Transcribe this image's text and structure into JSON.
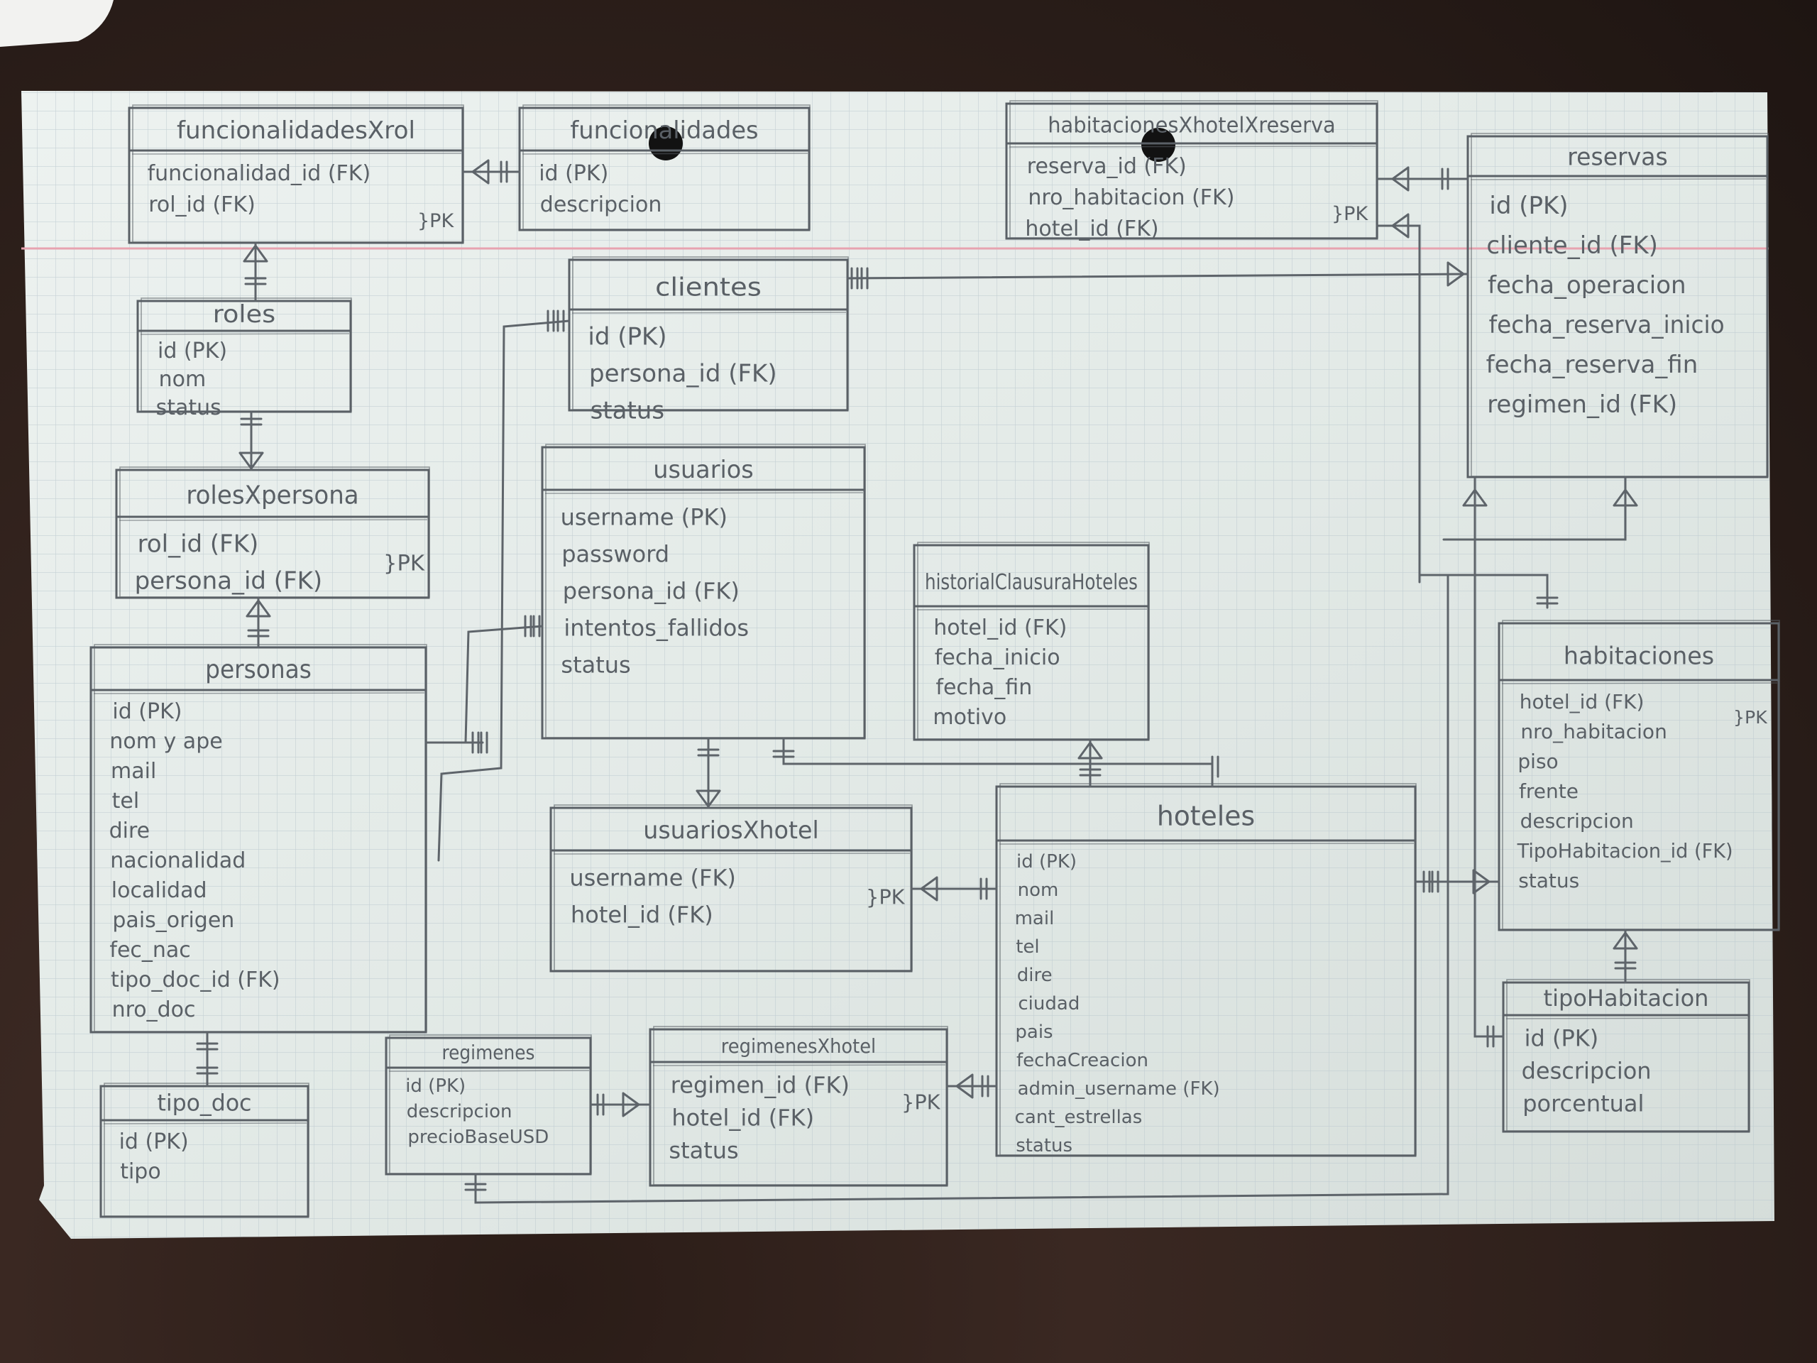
{
  "entities": [
    {
      "id": "funcXrol",
      "title": "funcionalidadesXrol",
      "fields": [
        "funcionalidad_id (FK)",
        "rol_id (FK)"
      ],
      "notes": [
        {
          "text": "}PK",
          "after": 1
        }
      ]
    },
    {
      "id": "funcionalidades",
      "title": "funcionalidades",
      "fields": [
        "id (PK)",
        "descripcion"
      ],
      "notes": []
    },
    {
      "id": "habXhotelXreserva",
      "title": "habitacionesXhotelXreserva",
      "fields": [
        "reserva_id (FK)",
        "nro_habitacion (FK)",
        "hotel_id (FK)"
      ],
      "notes": [
        {
          "text": "}PK",
          "after": 1
        }
      ]
    },
    {
      "id": "reservas",
      "title": "reservas",
      "fields": [
        "id (PK)",
        "cliente_id (FK)",
        "fecha_operacion",
        "fecha_reserva_inicio",
        "fecha_reserva_fin",
        "regimen_id (FK)"
      ],
      "notes": []
    },
    {
      "id": "clientes",
      "title": "clientes",
      "fields": [
        "id (PK)",
        "persona_id (FK)",
        "status"
      ],
      "notes": []
    },
    {
      "id": "roles",
      "title": "roles",
      "fields": [
        "id (PK)",
        "nom",
        "status"
      ],
      "notes": []
    },
    {
      "id": "rolesXpersona",
      "title": "rolesXpersona",
      "fields": [
        "rol_id (FK)",
        "persona_id (FK)"
      ],
      "notes": [
        {
          "text": "}PK",
          "after": 0
        }
      ]
    },
    {
      "id": "usuarios",
      "title": "usuarios",
      "fields": [
        "username (PK)",
        "password",
        "persona_id (FK)",
        "intentos_fallidos",
        "status"
      ],
      "notes": []
    },
    {
      "id": "historialClausura",
      "title": "historialClausuraHoteles",
      "fields": [
        "hotel_id (FK)",
        "fecha_inicio",
        "fecha_fin",
        "motivo"
      ],
      "notes": []
    },
    {
      "id": "habitaciones",
      "title": "habitaciones",
      "fields": [
        "hotel_id (FK)",
        "nro_habitacion",
        "piso",
        "frente",
        "descripcion",
        "TipoHabitacion_id (FK)",
        "status"
      ],
      "notes": [
        {
          "text": "}PK",
          "after": 0
        }
      ]
    },
    {
      "id": "personas",
      "title": "personas",
      "fields": [
        "id (PK)",
        "nom y ape",
        "mail",
        "tel",
        "dire",
        "nacionalidad",
        "localidad",
        "pais_origen",
        "fec_nac",
        "tipo_doc_id (FK)",
        "nro_doc"
      ],
      "notes": []
    },
    {
      "id": "usuariosXhotel",
      "title": "usuariosXhotel",
      "fields": [
        "username (FK)",
        "hotel_id (FK)"
      ],
      "notes": [
        {
          "text": "}PK",
          "after": 0
        }
      ]
    },
    {
      "id": "hoteles",
      "title": "hoteles",
      "fields": [
        "id (PK)",
        "nom",
        "mail",
        "tel",
        "dire",
        "ciudad",
        "pais",
        "fechaCreacion",
        "admin_username (FK)",
        "cant_estrellas",
        "status"
      ],
      "notes": []
    },
    {
      "id": "tipoHabitacion",
      "title": "tipoHabitacion",
      "fields": [
        "id (PK)",
        "descripcion",
        "porcentual"
      ],
      "notes": []
    },
    {
      "id": "tipoDoc",
      "title": "tipo_doc",
      "fields": [
        "id (PK)",
        "tipo"
      ],
      "notes": []
    },
    {
      "id": "regimenes",
      "title": "regimenes",
      "fields": [
        "id (PK)",
        "descripcion",
        "precioBaseUSD"
      ],
      "notes": []
    },
    {
      "id": "regimenesXhotel",
      "title": "regimenesXhotel",
      "fields": [
        "regimen_id (FK)",
        "hotel_id (FK)",
        "status"
      ],
      "notes": [
        {
          "text": "}PK",
          "after": 0
        }
      ]
    }
  ],
  "colors": {
    "paper": "#e4ebe8",
    "ink": "#5a6066",
    "grid": "#b8c6cc",
    "margin_line": "#e7a3b0",
    "hole": "#121212",
    "desk": "#2e201b"
  }
}
